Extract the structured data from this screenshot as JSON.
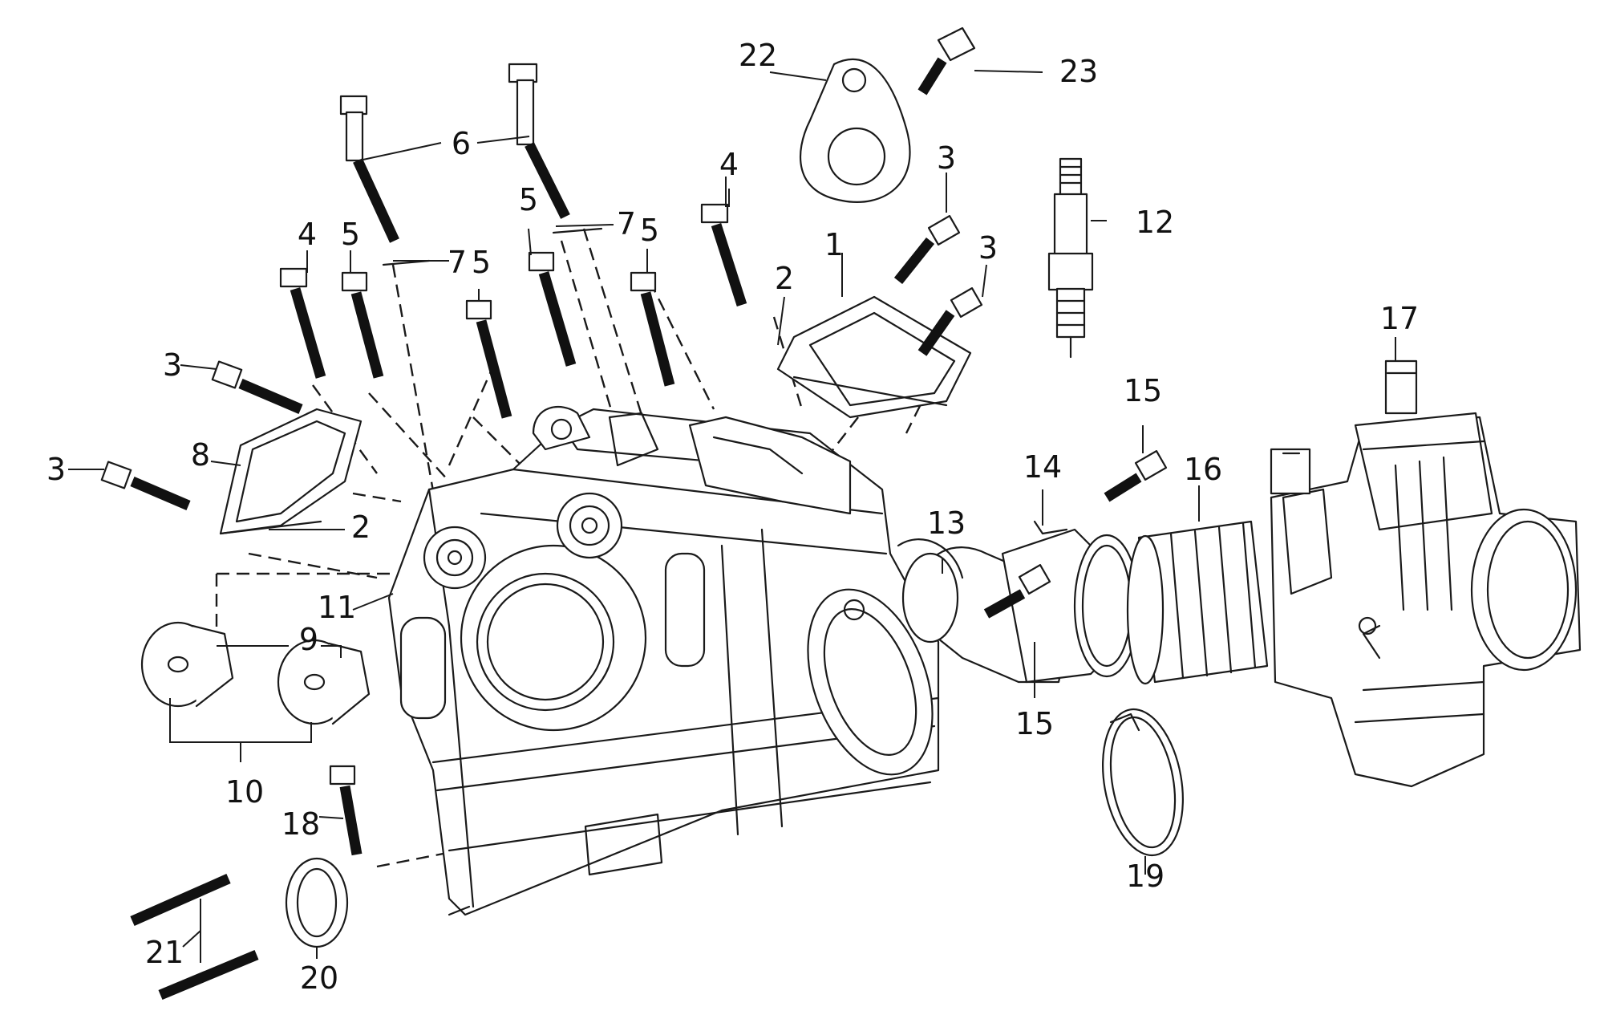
{
  "callouts": {
    "c1": "1",
    "c2": "2",
    "c3": "3",
    "c4": "4",
    "c5": "5",
    "c6": "6",
    "c7": "7",
    "c8": "8",
    "c9": "9",
    "c10": "10",
    "c11": "11",
    "c12": "12",
    "c13": "13",
    "c14": "14",
    "c15": "15",
    "c16": "16",
    "c17": "17",
    "c18": "18",
    "c19": "19",
    "c20": "20",
    "c21": "21",
    "c22": "22",
    "c23": "23"
  },
  "colors": {
    "ink": "#1a1a1a",
    "background": "#ffffff"
  }
}
